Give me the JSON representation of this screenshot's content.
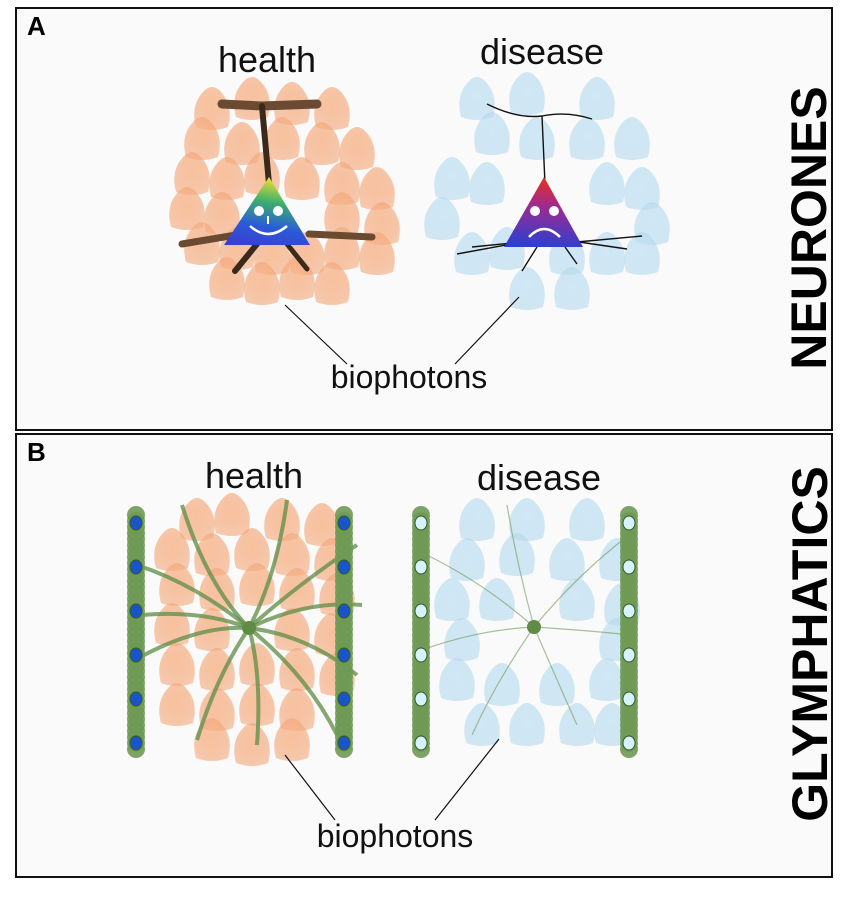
{
  "panels": [
    {
      "letter": "A",
      "side_title": "NEURONES",
      "health_label": "health",
      "disease_label": "disease",
      "biophotons_label": "biophotons"
    },
    {
      "letter": "B",
      "side_title": "GLYMPHATICS",
      "health_label": "health",
      "disease_label": "disease",
      "biophotons_label": "biophotons"
    }
  ],
  "colors": {
    "health_biophoton": "#f5a878",
    "disease_biophoton": "#b9dcef",
    "vessel": "#5e8c45",
    "health_vessel_node": "#1a55c8",
    "disease_vessel_node": "#d6f2fa",
    "dendrite_health": "#6b4a32",
    "dendrite_disease": "#111111"
  },
  "icons": {
    "health_neuron": "happy-neuron-icon",
    "disease_neuron": "sad-neuron-icon"
  }
}
